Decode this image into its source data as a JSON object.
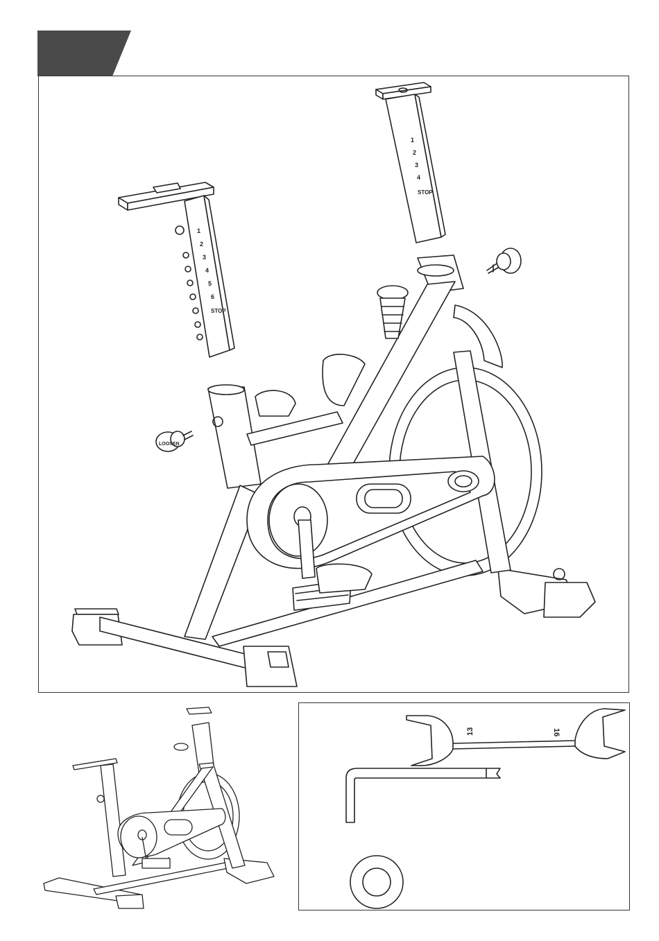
{
  "step": {
    "number": ""
  },
  "seat_post": {
    "scale": [
      "1",
      "2",
      "3",
      "4",
      "5",
      "6"
    ],
    "stop_label": "STOP"
  },
  "handlebar_post": {
    "scale": [
      "1",
      "2",
      "3",
      "4"
    ],
    "stop_label": "STOP"
  },
  "knob": {
    "label": "LOOSEN"
  },
  "tools": {
    "wrench": {
      "size_left": "13",
      "size_right": "16"
    }
  },
  "colors": {
    "tab_fill": "#4a4a4a",
    "line": "#222222",
    "frame": "#333333"
  },
  "icons": [
    "seat-post-icon",
    "handlebar-post-icon",
    "adjust-knob-icon",
    "exercise-bike-icon",
    "wrench-icon",
    "allen-key-icon",
    "washer-icon"
  ]
}
